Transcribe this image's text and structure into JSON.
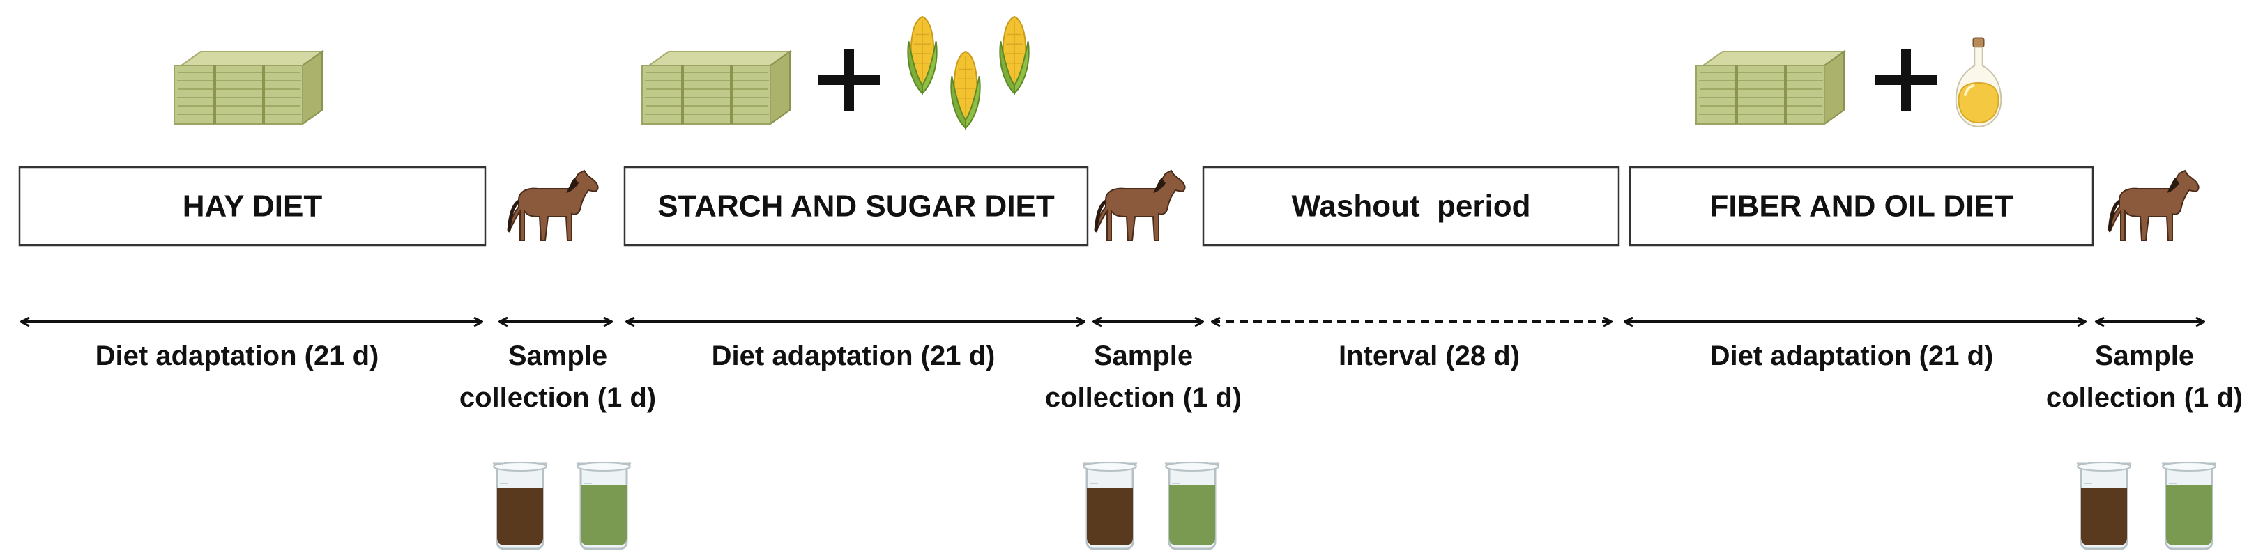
{
  "phases": [
    {
      "box_label": "HAY DIET",
      "feeds": [
        "hay-bale"
      ]
    },
    {
      "box_label": "STARCH AND SUGAR DIET",
      "feeds": [
        "hay-bale",
        "plus-sign",
        "corn-cobs"
      ]
    },
    {
      "box_label": "Washout  period",
      "feeds": []
    },
    {
      "box_label": "FIBER AND OIL DIET",
      "feeds": [
        "hay-bale",
        "plus-sign",
        "oil-bottle"
      ]
    }
  ],
  "timeline": [
    {
      "text": "Diet adaptation (21 d)",
      "style": "solid"
    },
    {
      "text_lines": [
        "Sample",
        "collection (1 d)"
      ],
      "style": "solid"
    },
    {
      "text": "Diet adaptation (21 d)",
      "style": "solid"
    },
    {
      "text_lines": [
        "Sample",
        "collection (1 d)"
      ],
      "style": "solid"
    },
    {
      "text": "Interval (28 d)",
      "style": "dashed"
    },
    {
      "text": "Diet adaptation (21 d)",
      "style": "solid"
    },
    {
      "text_lines": [
        "Sample",
        "collection (1 d)"
      ],
      "style": "solid"
    }
  ],
  "icons": {
    "horse": "horse-icon",
    "sample_beakers": [
      "brown-sample-beaker-icon",
      "green-sample-beaker-icon"
    ]
  },
  "colors": {
    "hay": "#bfc98a",
    "corn": "#f2c230",
    "oil": "#f5c842",
    "horse": "#8b5a3c",
    "brown_sample": "#5a3a1e",
    "green_sample": "#7a9a52"
  }
}
